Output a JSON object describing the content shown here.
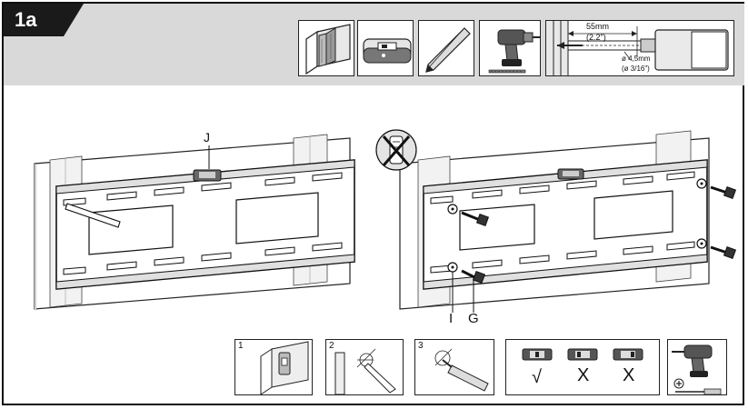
{
  "step": {
    "label": "1a"
  },
  "tools": {
    "measure_depth": "55mm",
    "measure_depth_in": "(2.2\")",
    "drill_diameter": "ø 4,5mm",
    "drill_diameter_in": "(ø 3/16\")"
  },
  "callouts": {
    "bracket": "J",
    "washer": "I",
    "screw": "G"
  },
  "substeps": [
    "1",
    "2",
    "3"
  ],
  "level_marks": [
    "√",
    "X",
    "X"
  ],
  "colors": {
    "band": "#d9d9d9",
    "ink": "#111111",
    "badge": "#1a1a1a"
  }
}
